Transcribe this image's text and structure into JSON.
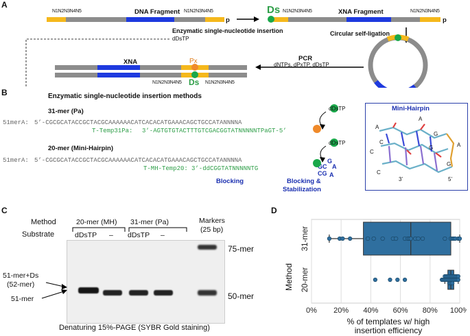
{
  "panels": {
    "a": "A",
    "b": "B",
    "c": "C",
    "d": "D"
  },
  "panel_a": {
    "random_seq": "N1N2N3N4N5",
    "p_label": "p",
    "dna_fragment": "DNA Fragment",
    "xna_fragment": "XNA Fragment",
    "ds": "Ds",
    "insertion_label": "Enzymatic single-nucleotide insertion",
    "insertion_sub": "dDsTP",
    "ligation": "Circular self-ligation",
    "pcr": "PCR",
    "pcr_sub": "dNTPs, dPxTP, dDsTP",
    "xna": "XNA",
    "px": "Px",
    "colors": {
      "gray": "#8c8c8c",
      "blue": "#1e3adf",
      "yellow": "#f5b81c",
      "green": "#1aa84a",
      "orange": "#f08a2a"
    }
  },
  "panel_b": {
    "title": "Enzymatic single-nucleotide insertion methods",
    "pa_title": "31-mer (Pa)",
    "mh_title": "20-mer (Mini-Hairpin)",
    "seq1_name": "51merA:",
    "seq1": "5’-CGCGCATACCGCTACGCAAAAAACATCACACATGAAACAGCTGCCATANNNNA",
    "temp31_name": "T-Temp31Pa:",
    "temp31": "3’-AGTGTGTACTTTGTCGACGGTATNNNNNTPaGT-5’",
    "seq2_name": "51merA:",
    "seq2": "5’-CGCGCATACCGCTACGCAAAAAACATCACACATGAAACAGCTGCCATANNNNA",
    "tmh_name": "T-MH-Temp20:",
    "tmh": "3’-ddCGGTATNNNNNTG",
    "hairpin_tail": [
      "GC",
      "CG",
      "G",
      "A",
      "A"
    ],
    "blocking": "Blocking",
    "blocking_stab": "Blocking &",
    "stabilization": "Stabilization",
    "mini_hairpin": "Mini-Hairpin",
    "dstp": "dDsTP",
    "structure_letters": [
      "A",
      "A",
      "G",
      "A",
      "G",
      "C",
      "C",
      "G",
      "C",
      "3’",
      "5’"
    ]
  },
  "panel_c": {
    "method": "Method",
    "substrate": "Substrate",
    "group1": "20-mer (MH)",
    "group2": "31-mer (Pa)",
    "markers": "Markers",
    "markers_sub": "(25 bp)",
    "lanes": [
      "dDsTP",
      "–",
      "dDsTP",
      "–"
    ],
    "label_75": "75-mer",
    "label_50": "50-mer",
    "label_52_a": "51-mer+Ds",
    "label_52_b": "(52-mer)",
    "label_51": "51-mer",
    "caption": "Denaturing 15%-PAGE (SYBR Gold staining)"
  },
  "chart_data": {
    "type": "box",
    "orientation": "horizontal",
    "ylabel": "Method",
    "xlabel": "% of templates w/ high insertion efficiency",
    "categories": [
      "31-mer",
      "20-mer"
    ],
    "xlim": [
      0,
      100
    ],
    "xticks": [
      "0%",
      "20%",
      "40%",
      "60%",
      "80%",
      "100%"
    ],
    "grid": true,
    "box_color": "#2f6f9f",
    "series": [
      {
        "name": "31-mer",
        "q1": 35,
        "median": 67,
        "q3": 94,
        "whisker_low": 12,
        "whisker_high": 100,
        "points": [
          12,
          19,
          21,
          26,
          38,
          42,
          48,
          55,
          57,
          63,
          65,
          66,
          67,
          70,
          72,
          75,
          90,
          94,
          95,
          96,
          97,
          99,
          100
        ]
      },
      {
        "name": "20-mer",
        "q1": 92,
        "median": 94,
        "q3": 96,
        "whisker_low": 90,
        "whisker_high": 99,
        "points": [
          43,
          53,
          58,
          63,
          88,
          89,
          90,
          90,
          91,
          91,
          92,
          92,
          93,
          93,
          93,
          94,
          94,
          94,
          95,
          95,
          95,
          96,
          96,
          97,
          97,
          98,
          98,
          99,
          99
        ]
      }
    ]
  }
}
